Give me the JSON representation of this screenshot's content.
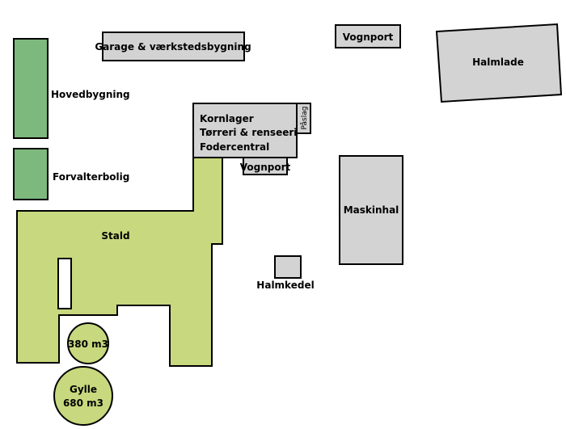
{
  "colors": {
    "outline": "#000000",
    "building_gray": "#d3d3d3",
    "residence_green": "#7db87d",
    "stable_green": "#c8d87e",
    "background": "#ffffff"
  },
  "buildings": {
    "garage": {
      "label": "Garage & værkstedsbygning"
    },
    "vognport_top": {
      "label": "Vognport"
    },
    "halmlade": {
      "label": "Halmlade"
    },
    "hovedbygning": {
      "label": "Hovedbygning"
    },
    "forvalterbolig": {
      "label": "Forvalterbolig"
    },
    "kornlager": {
      "line1": "Kornlager",
      "line2": "Tørreri & renseeri",
      "line3": "Fodercentral"
    },
    "paaslag": {
      "label": "Påslag"
    },
    "vognport_mid": {
      "label": "Vognport"
    },
    "maskinhal": {
      "label": "Maskinhal"
    },
    "stald": {
      "label": "Stald"
    },
    "halmkedel": {
      "label": "Halmkedel"
    },
    "tank_small": {
      "label": "380 m3"
    },
    "tank_large": {
      "line1": "Gylle",
      "line2": "680 m3"
    }
  }
}
